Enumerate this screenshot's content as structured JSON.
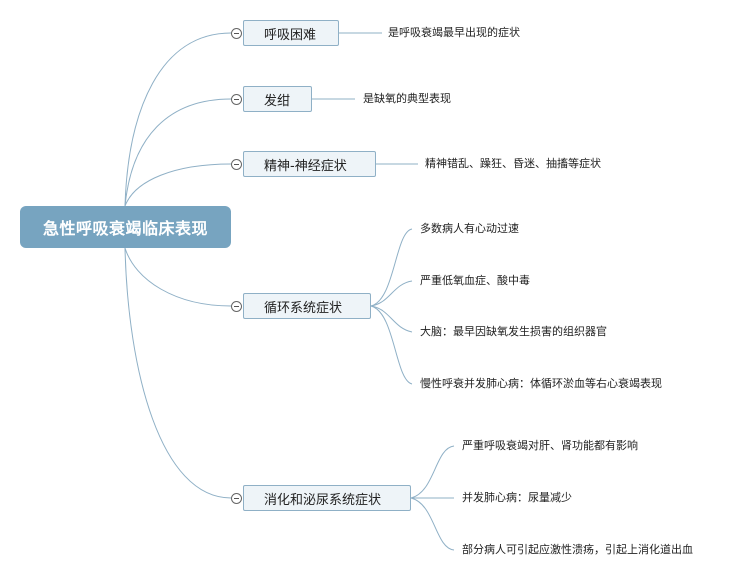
{
  "root": {
    "label": "急性呼吸衰竭临床表现"
  },
  "branches": [
    {
      "label": "呼吸困难",
      "details": [
        "是呼吸衰竭最早出现的症状"
      ]
    },
    {
      "label": "发绀",
      "details": [
        "是缺氧的典型表现"
      ]
    },
    {
      "label": "精神-神经症状",
      "details": [
        "精神错乱、躁狂、昏迷、抽搐等症状"
      ]
    },
    {
      "label": "循环系统症状",
      "details": [
        "多数病人有心动过速",
        "严重低氧血症、酸中毒",
        "大脑：最早因缺氧发生损害的组织器官",
        "慢性呼衰并发肺心病：体循环淤血等右心衰竭表现"
      ]
    },
    {
      "label": "消化和泌尿系统症状",
      "details": [
        "严重呼吸衰竭对肝、肾功能都有影响",
        "并发肺心病：尿量减少",
        "部分病人可引起应激性溃疡，引起上消化道出血"
      ]
    }
  ],
  "colors": {
    "root_fill": "#77a4c0",
    "branch_fill": "#eef4f8",
    "branch_border": "#8fb0c6",
    "connector": "#8fb0c6"
  }
}
